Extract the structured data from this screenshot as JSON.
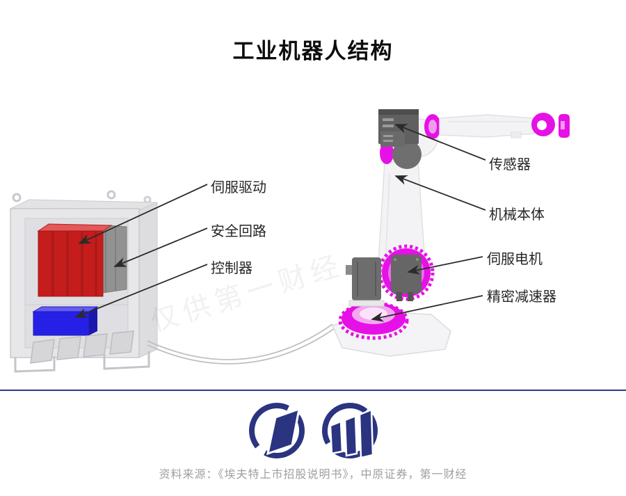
{
  "title": "工业机器人结构",
  "labels": {
    "servo_drive": "伺服驱动",
    "safety_circuit": "安全回路",
    "controller": "控制器",
    "sensor": "传感器",
    "robot_body": "机械本体",
    "servo_motor": "伺服电机",
    "precision_reducer": "精密减速器"
  },
  "watermark": "仅供第一财经",
  "footer": {
    "source": "资料来源：《埃夫特上市招股说明书》，中原证券，第一财经"
  },
  "icons": {
    "logo_left": "circle-parallelogram-logo",
    "logo_right": "circle-bars-logo"
  },
  "colors": {
    "magenta_joints": "#e611e6",
    "servo_drive_red": "#c21010",
    "safety_circuit_gray": "#8d8d8d",
    "controller_blue": "#1b15e6",
    "logo_navy": "#2a3480",
    "divider_navy": "#2e3a87",
    "source_text_gray": "#9f9f9f",
    "arrow_black": "#2b2b2b"
  }
}
